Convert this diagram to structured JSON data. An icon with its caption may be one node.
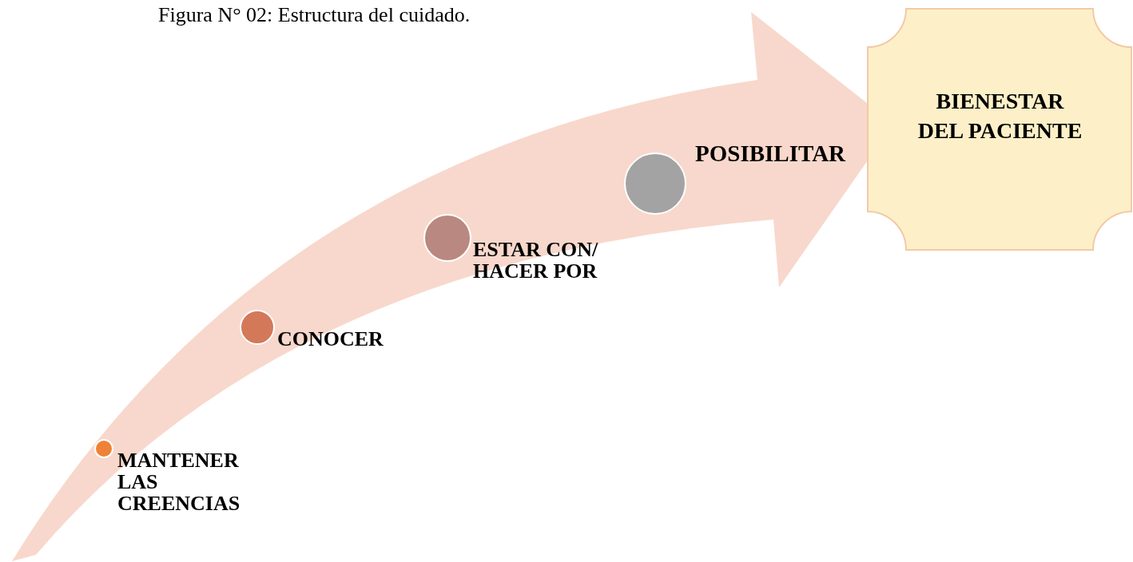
{
  "diagram": {
    "title": "Figura N° 02: Estructura del cuidado.",
    "nodes": [
      {
        "text": [],
        "shape": "circle",
        "beside": [
          "MANTENER LAS CREENCIAS"
        ]
      },
      {
        "text": [],
        "shape": "circle",
        "beside": [
          "CONOCER"
        ]
      },
      {
        "text": [],
        "shape": "circle",
        "beside": [
          "ESTAR CON/ HACER POR"
        ]
      },
      {
        "text": [],
        "shape": "circle",
        "beside": [
          "POSIBILITAR"
        ]
      },
      {
        "text": [
          "BIENESTAR DEL PACIENTE"
        ]
      }
    ],
    "edges": [
      {
        "from": null,
        "to": 4,
        "arrow": "to"
      }
    ]
  }
}
